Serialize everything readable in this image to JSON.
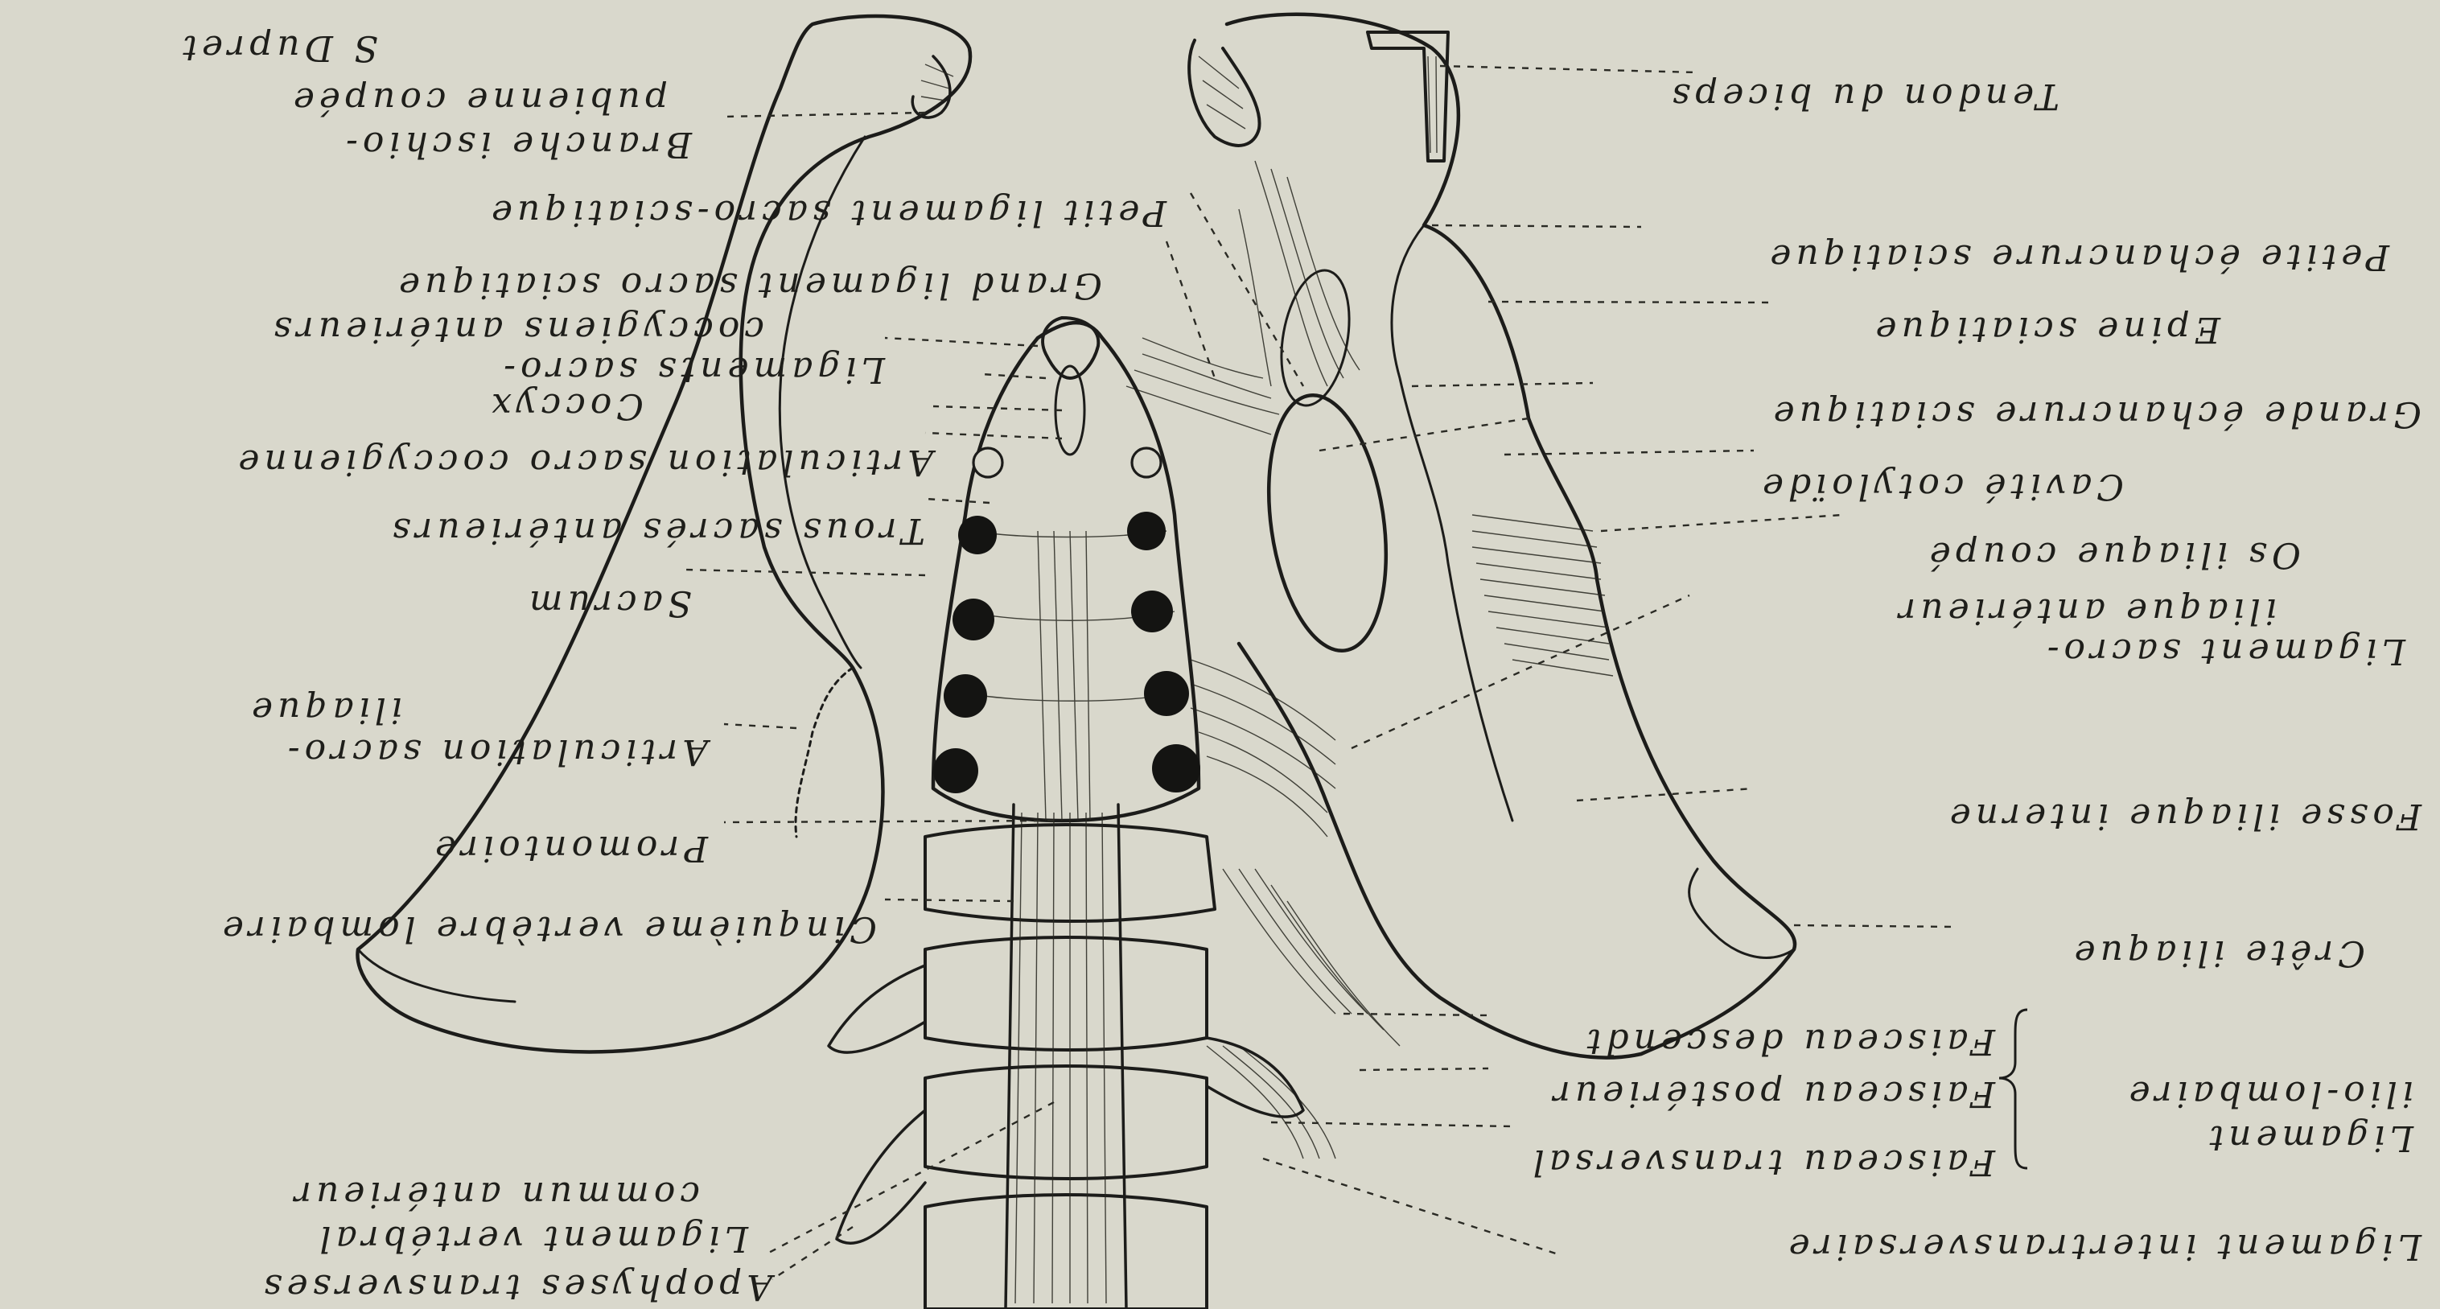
{
  "figure": {
    "signature": "S Dupret",
    "orientation": "rotated-180"
  },
  "labels": {
    "tendon_biceps": "Tendon du biceps",
    "branche_ischio_l1": "Branche ischio-",
    "branche_ischio_l2": "pubienne coupée",
    "petit_ligament": "Petit ligament sacro-sciatique",
    "petite_echancrure": "Petite échancrure sciatique",
    "grand_ligament": "Grand ligament sacro sciatique",
    "epine_sciatique": "Epine sciatique",
    "lig_sacro_cocc_l1": "Ligaments sacro-",
    "lig_sacro_cocc_l2": "coccygiens antérieurs",
    "coccyx": "Coccyx",
    "grande_echancrure": "Grande échancrure sciatique",
    "art_sacro_cocc": "Articulation sacro coccygienne",
    "cavite_cotyloide": "Cavité cotyloïde",
    "trous_sacres": "Trous sacrés antérieurs",
    "os_iliaque": "Os iliaque coupé",
    "sacrum": "Sacrum",
    "lig_sacro_iliaque_l1": "Ligament sacro-",
    "lig_sacro_iliaque_l2": "iliaque antérieur",
    "art_sacro_iliaque_l1": "Articulation sacro-",
    "art_sacro_iliaque_l2": "iliaque",
    "fosse_iliaque": "Fosse iliaque interne",
    "promontoire": "Promontoire",
    "cinquieme_vertebre": "Cinquième vertèbre lombaire",
    "crete_iliaque": "Crête iliaque",
    "faisceau_descendant": "Faisceau descendt",
    "lig_ilio_lombaire_l1": "Ligament",
    "lig_ilio_lombaire_l2": "ilio-lombaire",
    "faisceau_posterieur": "Faisceau postérieur",
    "faisceau_transversal": "Faisceau transversal",
    "lig_vertebral_l1": "Ligament vertébral",
    "lig_vertebral_l2": "commun antérieur",
    "lig_intertransversaire": "Ligament intertransversaire",
    "apophyses_transverses": "Apophyses transverses"
  }
}
